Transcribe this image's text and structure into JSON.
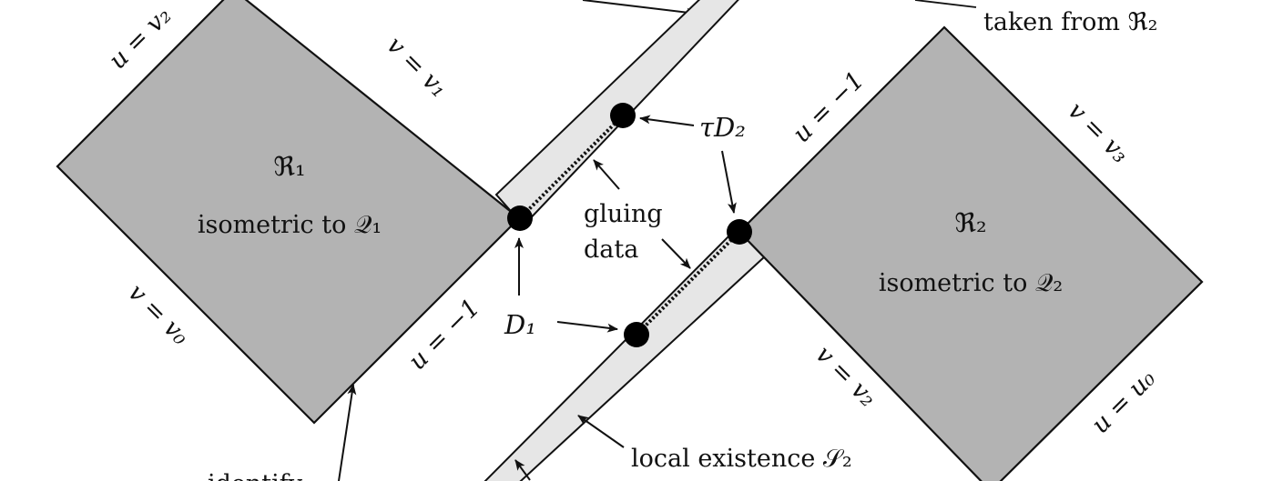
{
  "region1": {
    "name": "ℜ₁",
    "desc": "isometric to 𝒬₁",
    "edges": {
      "upper_left": "u = v₂",
      "upper_right": "v = v₁",
      "lower_left": "v = v₀",
      "lower_right": "u = −1"
    }
  },
  "region2": {
    "name": "ℜ₂",
    "desc": "isometric to 𝒬₂",
    "edges": {
      "upper_left": "u = −1",
      "upper_right": "v = v₃",
      "lower_left": "v = v₂",
      "lower_right": "u = u₀"
    }
  },
  "labels": {
    "tau_d2": "τD₂",
    "d1": "D₁",
    "gluing_line1": "gluing",
    "gluing_line2": "data",
    "local_existence": "local existence 𝒮₂",
    "taken_from": "taken from ℜ₂",
    "identify_partial": "identify"
  },
  "colors": {
    "region_fill": "#b3b3b3",
    "strip_fill": "#e6e6e6",
    "stroke": "#111111"
  }
}
